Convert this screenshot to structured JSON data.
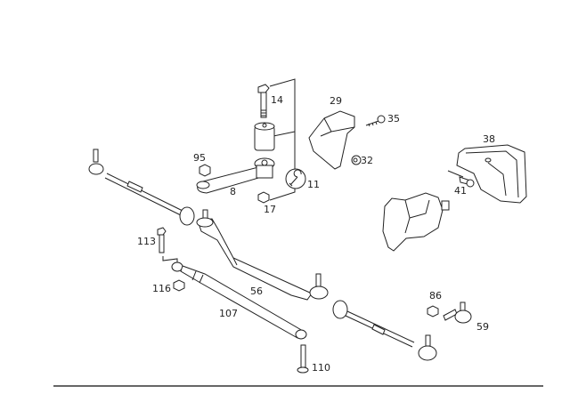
{
  "diagram": {
    "part_labels": {
      "p14": "14",
      "p29": "29",
      "p35": "35",
      "p38": "38",
      "p95": "95",
      "p32": "32",
      "p8": "8",
      "p11": "11",
      "p41": "41",
      "p17": "17",
      "p113": "113",
      "p116": "116",
      "p56": "56",
      "p107": "107",
      "p86": "86",
      "p59": "59",
      "p110": "110"
    },
    "icons": [
      "wrench-icon"
    ],
    "colors": {
      "line": "#222222",
      "footer_rule": "#666666"
    }
  }
}
